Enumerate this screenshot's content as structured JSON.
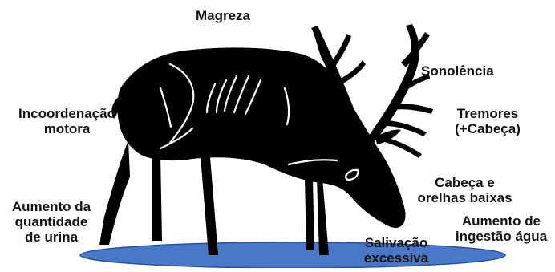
{
  "labels": {
    "magreza": "Magreza",
    "sonolencia": "Sonolência",
    "incoordenacao": "Incoordenação\nmotora",
    "tremores": "Tremores\n(+Cabeça)",
    "cabeca_orelhas": "Cabeça e\norelhas baixas",
    "urina": "Aumento da\nquantidade\nde urina",
    "ingestao": "Aumento de\ningestão água",
    "salivacao": "Salivação\nexcessiva"
  },
  "colors": {
    "silhouette": "#000000",
    "markings": "#ffffff",
    "water": "#4a78c8",
    "water_edge": "#2a4f96",
    "text": "#111111"
  }
}
